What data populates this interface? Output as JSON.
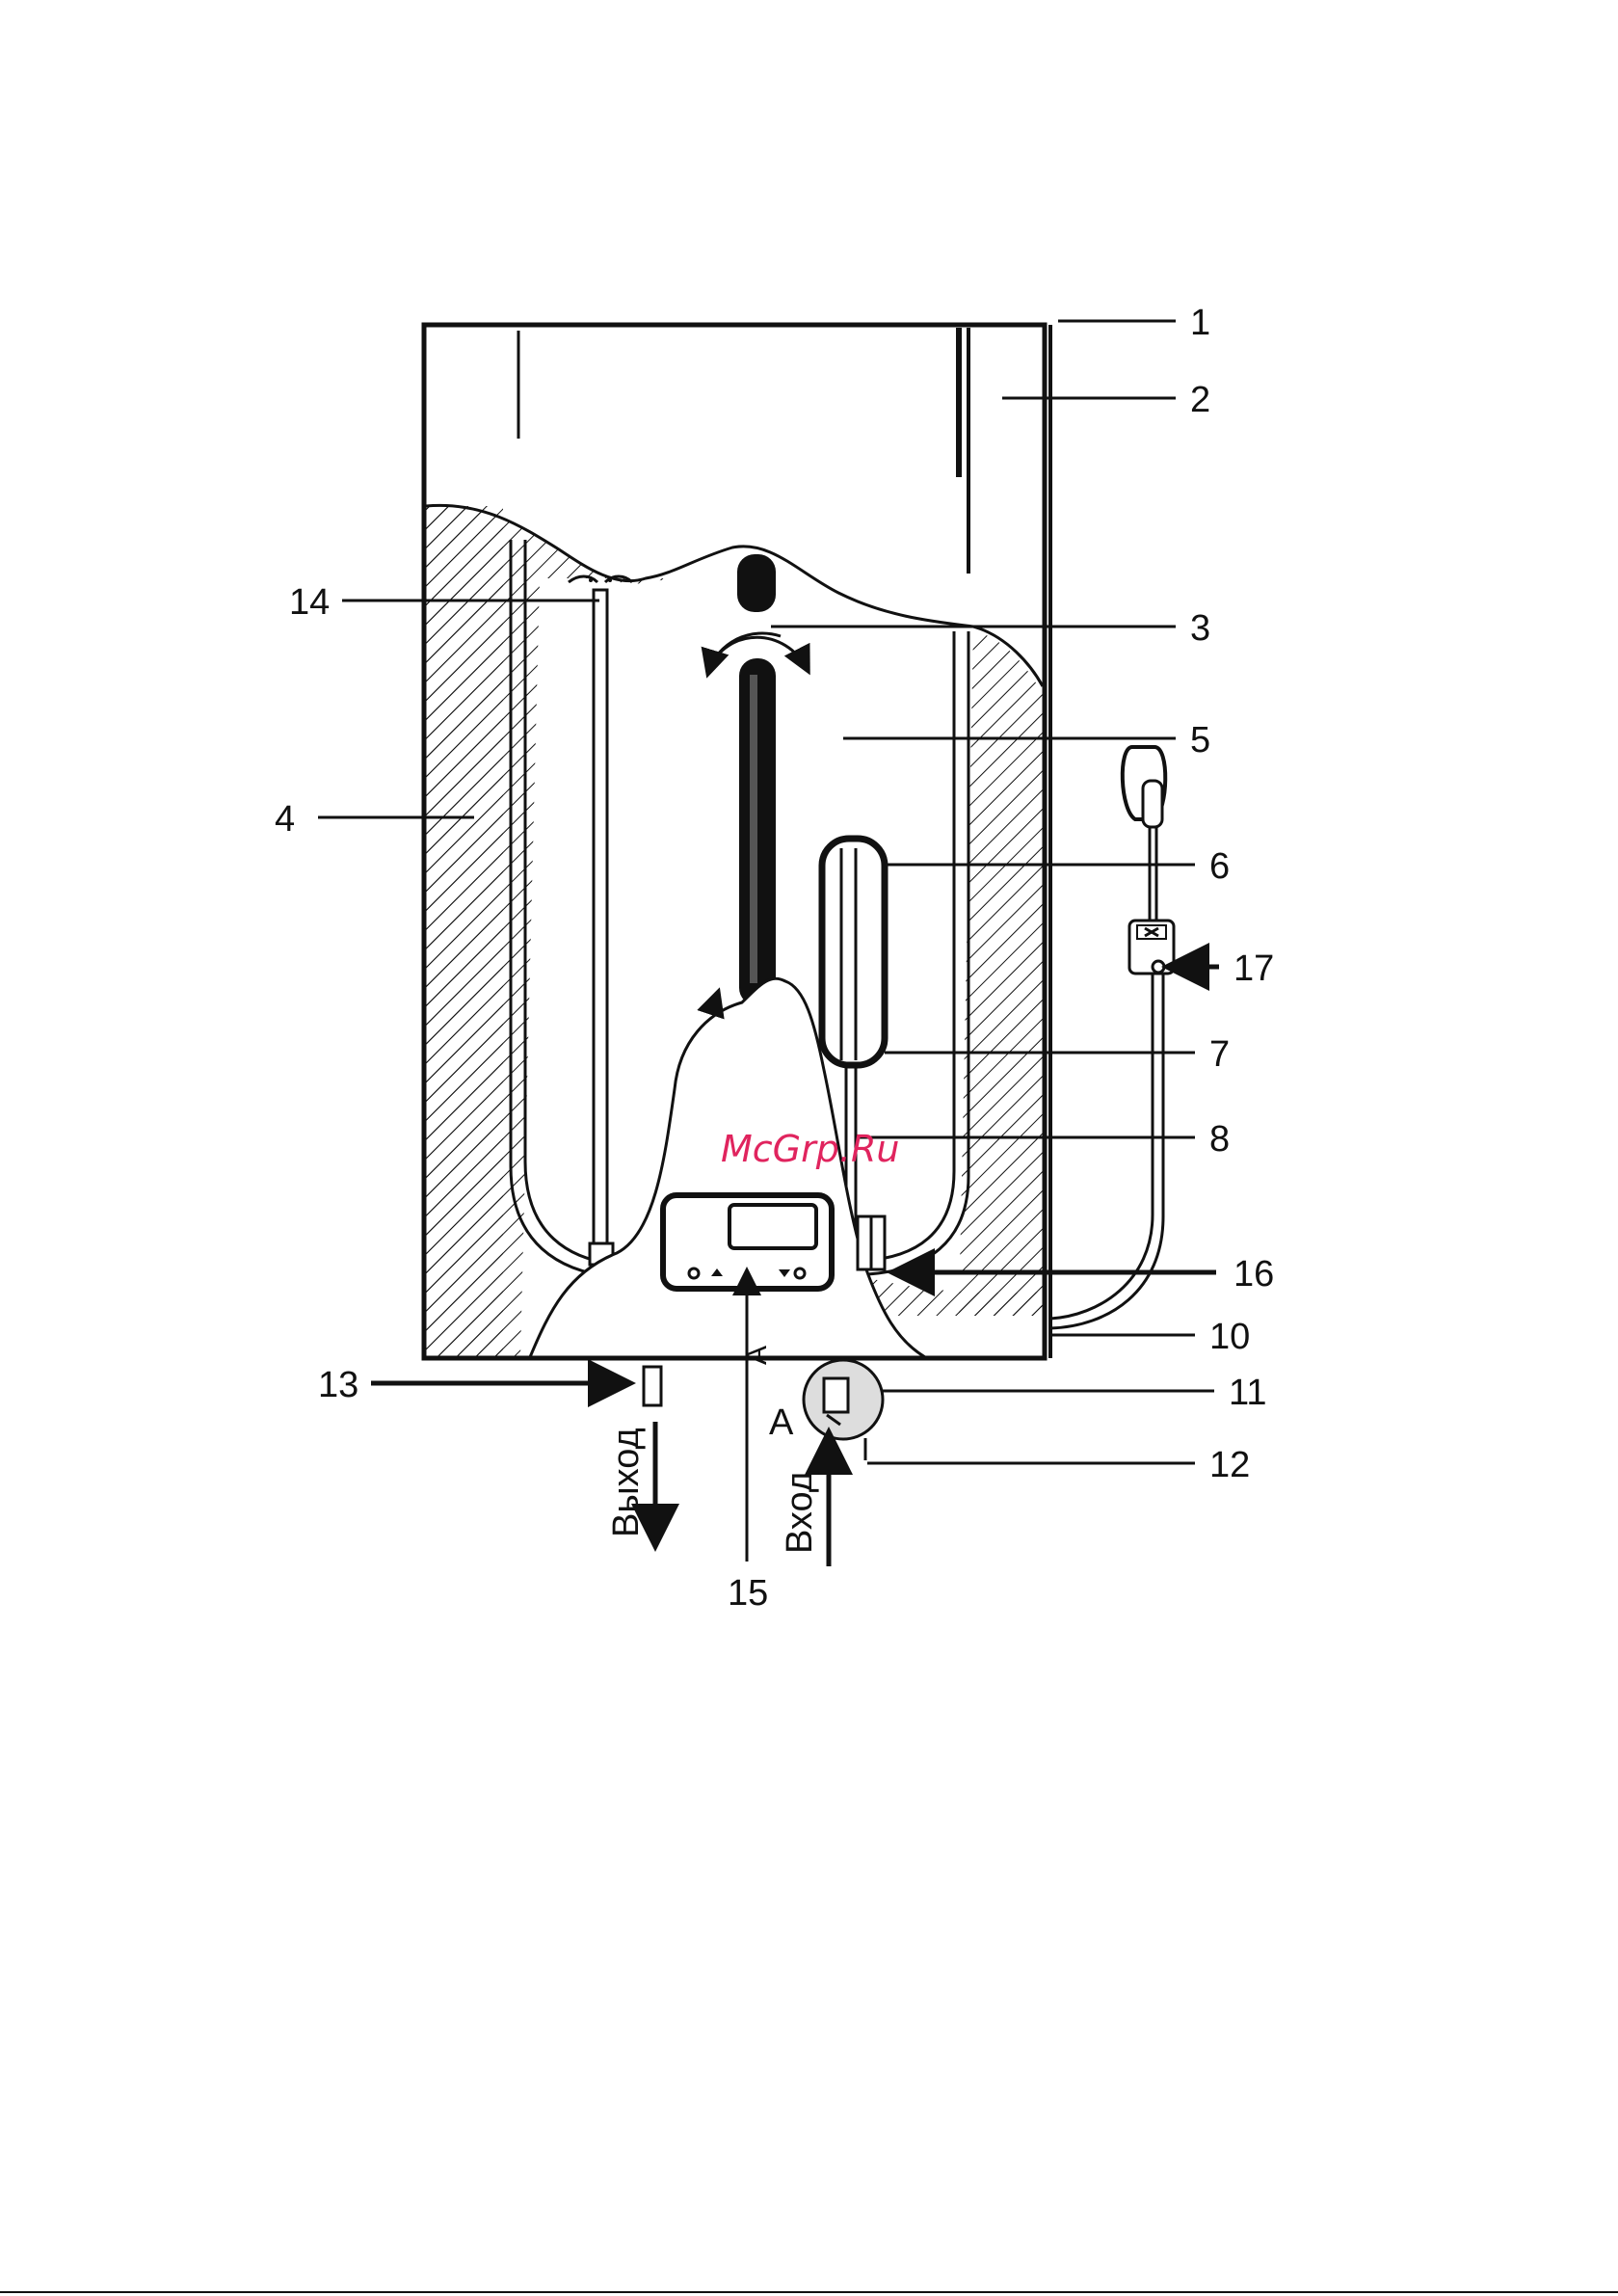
{
  "watermark": "McGrp.Ru",
  "callouts": [
    "1",
    "2",
    "3",
    "4",
    "5",
    "6",
    "7",
    "8",
    "10",
    "11",
    "12",
    "13",
    "14",
    "15",
    "16",
    "17"
  ],
  "labels": {
    "outlet": "Выход",
    "inlet": "Вход",
    "view_a": "A",
    "view_a_arrow": "A"
  },
  "colors": {
    "ink": "#111111",
    "watermark": "#e0245e",
    "background": "#ffffff"
  }
}
